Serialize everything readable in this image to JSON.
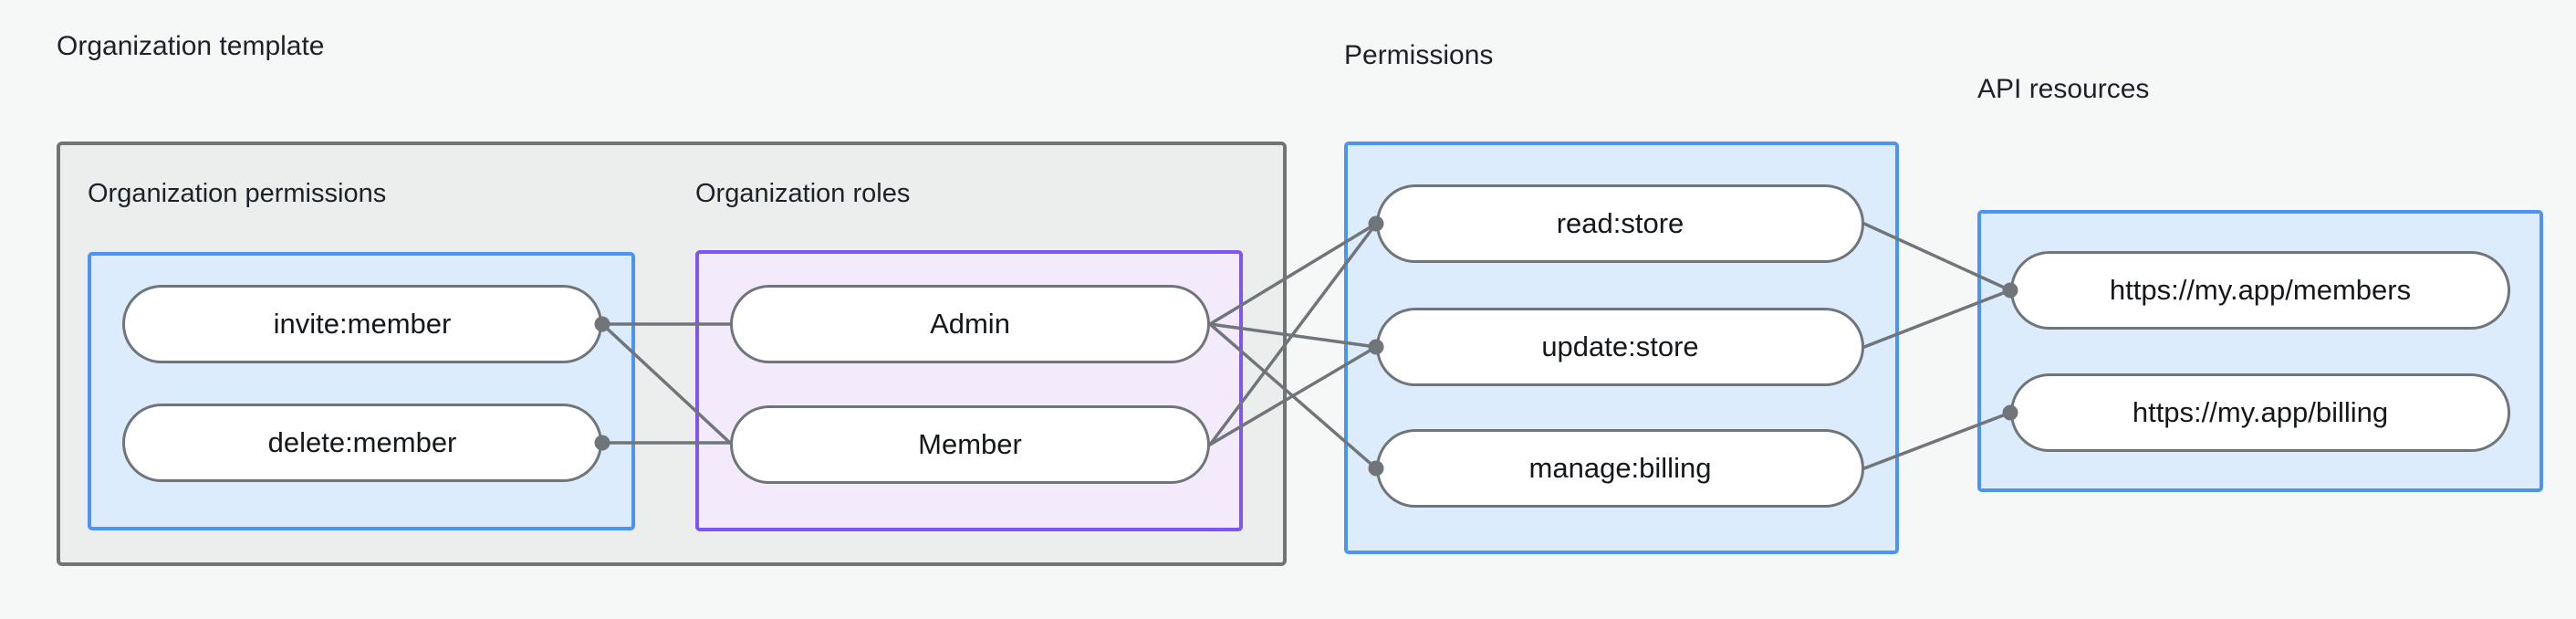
{
  "diagram": {
    "background_color": "#f6f8f8",
    "groups": [
      {
        "id": "org-template",
        "label": "Organization template",
        "border_color": "#6e7574",
        "fill_color": "#eceeed"
      },
      {
        "id": "permissions",
        "label": "Permissions",
        "border_color": "#4c94f3",
        "fill_color": "#ddecfd"
      },
      {
        "id": "api-resources",
        "label": "API resources",
        "border_color": "#4c94f3",
        "fill_color": "#ddecfd"
      }
    ],
    "subgroups": [
      {
        "id": "org-permissions",
        "label": "Organization permissions",
        "border_color": "#4c94f3",
        "fill_color": "#ddecfd"
      },
      {
        "id": "org-roles",
        "label": "Organization roles",
        "border_color": "#7f54f7",
        "fill_color": "#f3eafc"
      }
    ],
    "nodes": {
      "org_permissions": [
        {
          "id": "invite-member",
          "label": "invite:member"
        },
        {
          "id": "delete-member",
          "label": "delete:member"
        }
      ],
      "org_roles": [
        {
          "id": "admin",
          "label": "Admin"
        },
        {
          "id": "member",
          "label": "Member"
        }
      ],
      "permissions": [
        {
          "id": "read-store",
          "label": "read:store"
        },
        {
          "id": "update-store",
          "label": "update:store"
        },
        {
          "id": "manage-billing",
          "label": "manage:billing"
        }
      ],
      "api_resources": [
        {
          "id": "members-url",
          "label": "https://my.app/members"
        },
        {
          "id": "billing-url",
          "label": "https://my.app/billing"
        }
      ]
    },
    "edges": [
      {
        "from": "invite-member",
        "to": "admin"
      },
      {
        "from": "invite-member",
        "to": "member"
      },
      {
        "from": "delete-member",
        "to": "member"
      },
      {
        "from": "admin",
        "to": "read-store"
      },
      {
        "from": "admin",
        "to": "update-store"
      },
      {
        "from": "admin",
        "to": "manage-billing"
      },
      {
        "from": "member",
        "to": "read-store"
      },
      {
        "from": "member",
        "to": "update-store"
      },
      {
        "from": "read-store",
        "to": "members-url"
      },
      {
        "from": "update-store",
        "to": "members-url"
      },
      {
        "from": "manage-billing",
        "to": "billing-url"
      }
    ],
    "edge_color": "#6f7579",
    "node_border_color": "#6f7579",
    "node_fill_color": "#ffffff",
    "text_color": "#14181c"
  }
}
